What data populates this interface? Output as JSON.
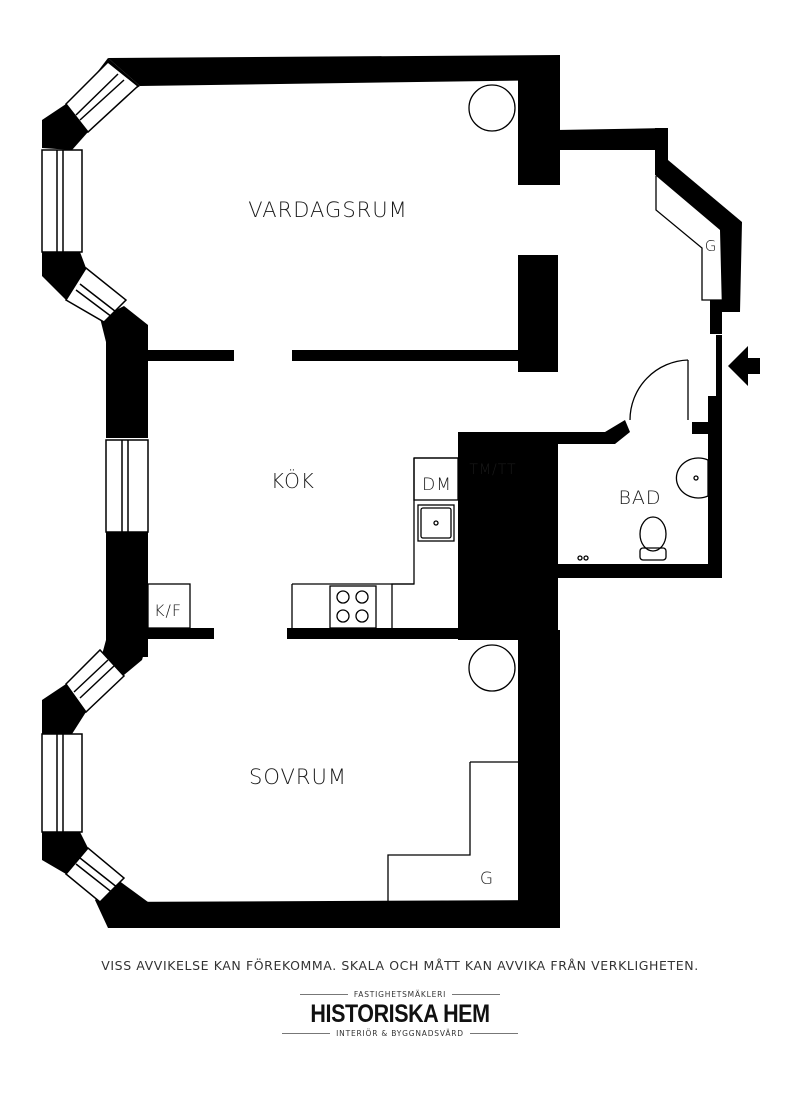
{
  "rooms": {
    "vardagsrum": "VARDAGSRUM",
    "kok": "KÖK",
    "sovrum": "SOVRUM",
    "bad": "BAD",
    "dm": "DM",
    "tmtt": "TM/TT",
    "kf": "K/F",
    "g_hall": "G",
    "g_sovrum": "G"
  },
  "footer": {
    "disclaimer": "VISS AVVIKELSE KAN FÖREKOMMA. SKALA OCH MÅTT KAN AVVIKA FRÅN VERKLIGHETEN.",
    "logo_top": "FASTIGHETSMÄKLERI",
    "logo_brand": "HISTORISKA HEM",
    "logo_bottom": "INTERIÖR & BYGGNADSVÄRD"
  }
}
